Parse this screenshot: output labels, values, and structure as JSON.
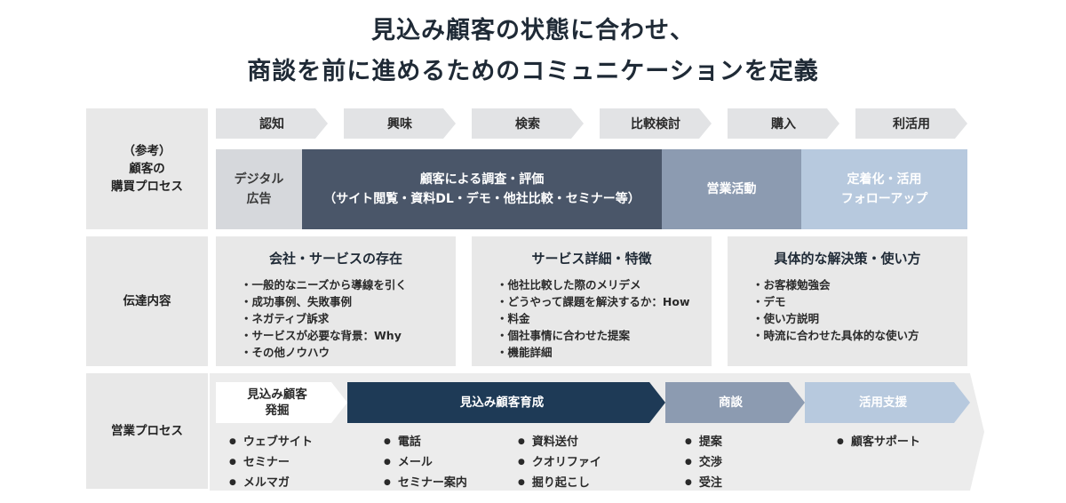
{
  "title": {
    "line1": "見込み顧客の状態に合わせ、",
    "line2": "商談を前に進めるためのコミュニケーションを定義"
  },
  "rows": {
    "buying_label": "（参考）\n顧客の\n購買プロセス",
    "message_label": "伝達内容",
    "sales_label": "営業プロセス"
  },
  "stages": [
    "認知",
    "興味",
    "検索",
    "比較検討",
    "購入",
    "利活用"
  ],
  "buying_bands": [
    {
      "label": "デジタル\n広告",
      "color": "#d6d8dc",
      "text_color": "#3a3a3a"
    },
    {
      "label": "顧客による調査・評価\n（サイト閲覧・資料DL・デモ・他社比較・セミナー等）",
      "color": "#4a5669",
      "text_color": "#ffffff"
    },
    {
      "label": "営業活動",
      "color": "#8c9bb1",
      "text_color": "#ffffff"
    },
    {
      "label": "定着化・活用\nフォローアップ",
      "color": "#b7c9de",
      "text_color": "#ffffff"
    }
  ],
  "message_cards": [
    {
      "heading": "会社・サービスの存在",
      "items": [
        "一般的なニーズから導線を引く",
        "成功事例、失敗事例",
        "ネガティブ訴求",
        "サービスが必要な背景：Why",
        "その他ノウハウ"
      ]
    },
    {
      "heading": "サービス詳細・特徴",
      "items": [
        "他社比較した際のメリデメ",
        "どうやって課題を解決するか：How",
        "料金",
        "個社事情に合わせた提案",
        "機能詳細"
      ]
    },
    {
      "heading": "具体的な解決策・使い方",
      "items": [
        "お客様勉強会",
        "デモ",
        "使い方説明",
        "時流に合わせた具体的な使い方"
      ]
    }
  ],
  "sales_stages": [
    {
      "label": "見込み顧客\n発掘",
      "color": "#ffffff",
      "text_color": "#2a2a2a"
    },
    {
      "label": "見込み顧客育成",
      "color": "#1e3a56",
      "text_color": "#ffffff"
    },
    {
      "label": "商談",
      "color": "#8c9bb1",
      "text_color": "#ffffff"
    },
    {
      "label": "活用支援",
      "color": "#b7c9de",
      "text_color": "#ffffff"
    }
  ],
  "sales_lists": [
    [
      "ウェブサイト",
      "セミナー",
      "メルマガ"
    ],
    [
      "電話",
      "メール",
      "セミナー案内"
    ],
    [
      "資料送付",
      "クオリファイ",
      "掘り起こし"
    ],
    [
      "提案",
      "交渉",
      "受注"
    ],
    [
      "顧客サポート"
    ]
  ],
  "colors": {
    "stage_arrow": "#e2e3e5",
    "row_bg": "#e8e8e8",
    "sales_bg_arrow": "#ececec"
  }
}
